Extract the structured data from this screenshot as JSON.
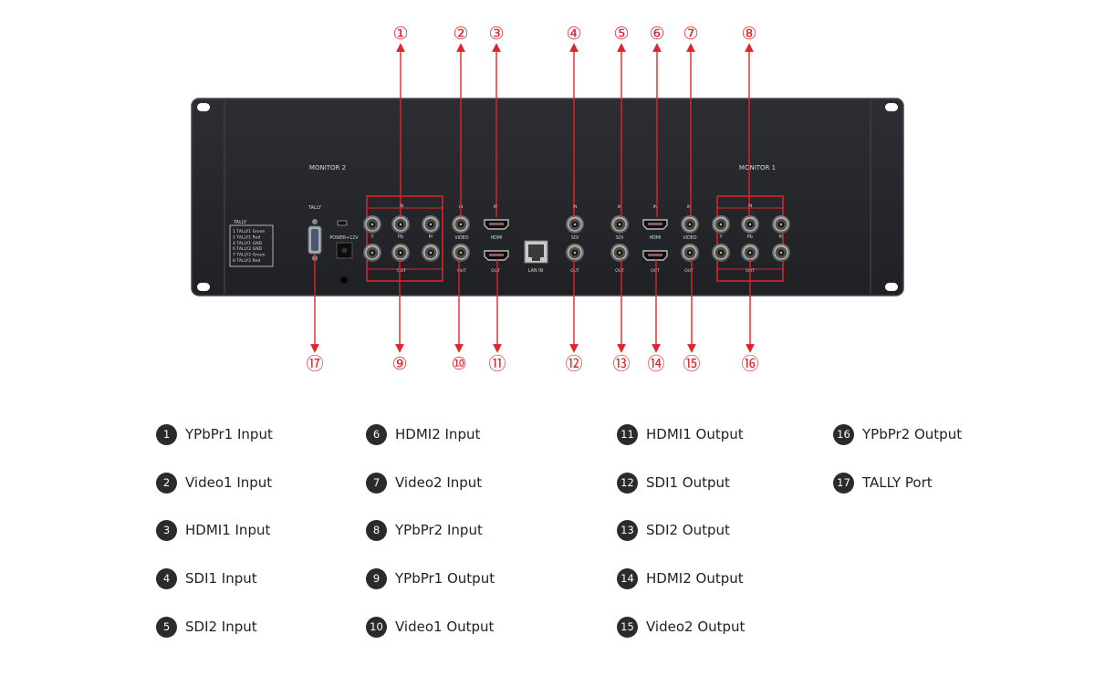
{
  "panel": {
    "monitor_left_label": "MONITOR 2",
    "monitor_right_label": "MONITOR 1",
    "tally_label": "TALLY",
    "tally_pins": [
      "1  TALLY1 Green",
      "2  TALLY1 Red",
      "4  TALLY1 GND",
      "6  TALLY2 GND",
      "7  TALLY2 Green",
      "8  TALLY2 Red"
    ],
    "power_label": "POWER+12V",
    "lan_label": "LAN IN",
    "in": "IN",
    "out": "OUT",
    "y": "Y",
    "pb": "Pb",
    "pr": "Pr",
    "video": "VIDEO",
    "hdmi": "HDMI",
    "sdi": "SDI"
  },
  "callouts": [
    "①",
    "②",
    "③",
    "④",
    "⑤",
    "⑥",
    "⑦",
    "⑧",
    "⑨",
    "⑩",
    "⑪",
    "⑫",
    "⑬",
    "⑭",
    "⑮",
    "⑯",
    "⑰"
  ],
  "legend": [
    {
      "num": "1",
      "label": "YPbPr1 Input"
    },
    {
      "num": "2",
      "label": "Video1 Input"
    },
    {
      "num": "3",
      "label": "HDMI1 Input"
    },
    {
      "num": "4",
      "label": "SDI1 Input"
    },
    {
      "num": "5",
      "label": "SDI2 Input"
    },
    {
      "num": "6",
      "label": "HDMI2 Input"
    },
    {
      "num": "7",
      "label": "Video2 Input"
    },
    {
      "num": "8",
      "label": "YPbPr2 Input"
    },
    {
      "num": "9",
      "label": "YPbPr1 Output"
    },
    {
      "num": "10",
      "label": "Video1 Output"
    },
    {
      "num": "11",
      "label": "HDMI1 Output"
    },
    {
      "num": "12",
      "label": "SDI1 Output"
    },
    {
      "num": "13",
      "label": "SDI2 Output"
    },
    {
      "num": "14",
      "label": "HDMI2 Output"
    },
    {
      "num": "15",
      "label": "Video2 Output"
    },
    {
      "num": "16",
      "label": "YPbPr2 Output"
    },
    {
      "num": "17",
      "label": "TALLY Port"
    }
  ],
  "colors": {
    "accent": "#e0242b",
    "panel": "#25272b",
    "panel_edge": "#3c3f44",
    "badge": "#2b2b2b"
  }
}
